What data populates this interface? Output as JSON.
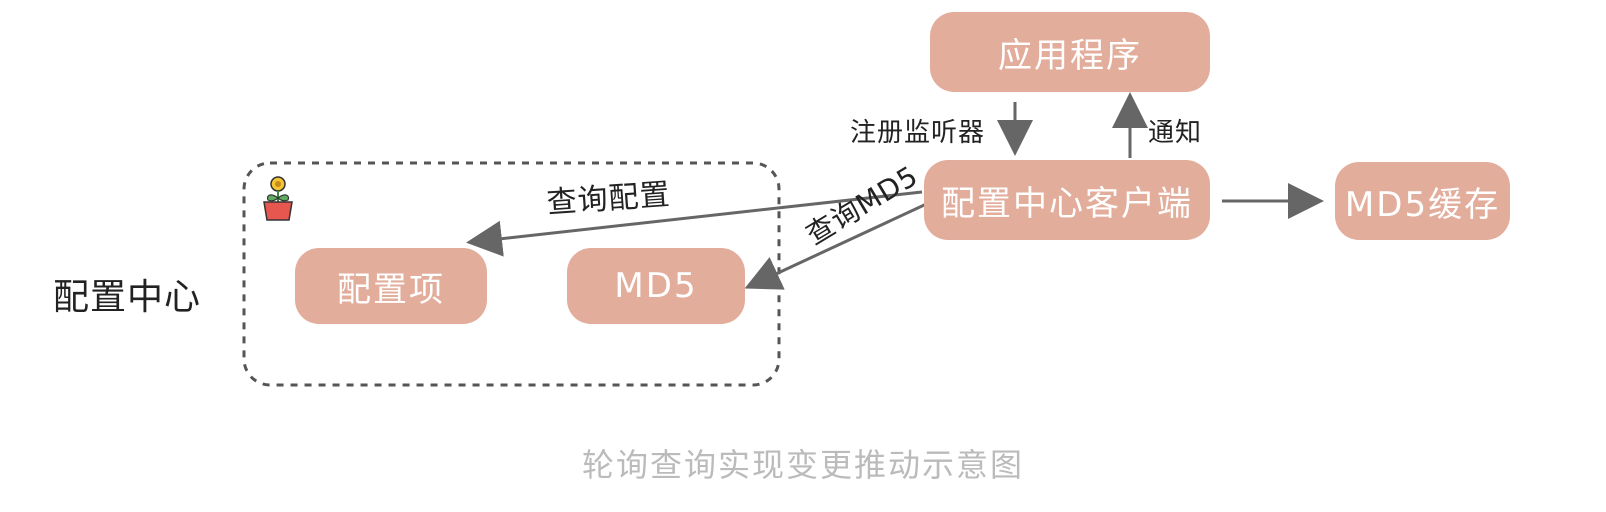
{
  "nodes": {
    "app": "应用程序",
    "client": "配置中心客户端",
    "cache": "MD5缓存",
    "config_item": "配置项",
    "md5": "MD5"
  },
  "edges": {
    "register": "注册监听器",
    "notify": "通知",
    "query_config": "查询配置",
    "query_md5": "查询MD5"
  },
  "group_label": "配置中心",
  "caption": "轮询查询实现变更推动示意图",
  "colors": {
    "node_fill": "#e3ad9c",
    "node_text": "#ffffff",
    "arrow": "#666666",
    "dashed_border": "#555555",
    "caption": "#bbbbbb"
  },
  "icons": {
    "group_icon": "flower-pot-icon"
  }
}
